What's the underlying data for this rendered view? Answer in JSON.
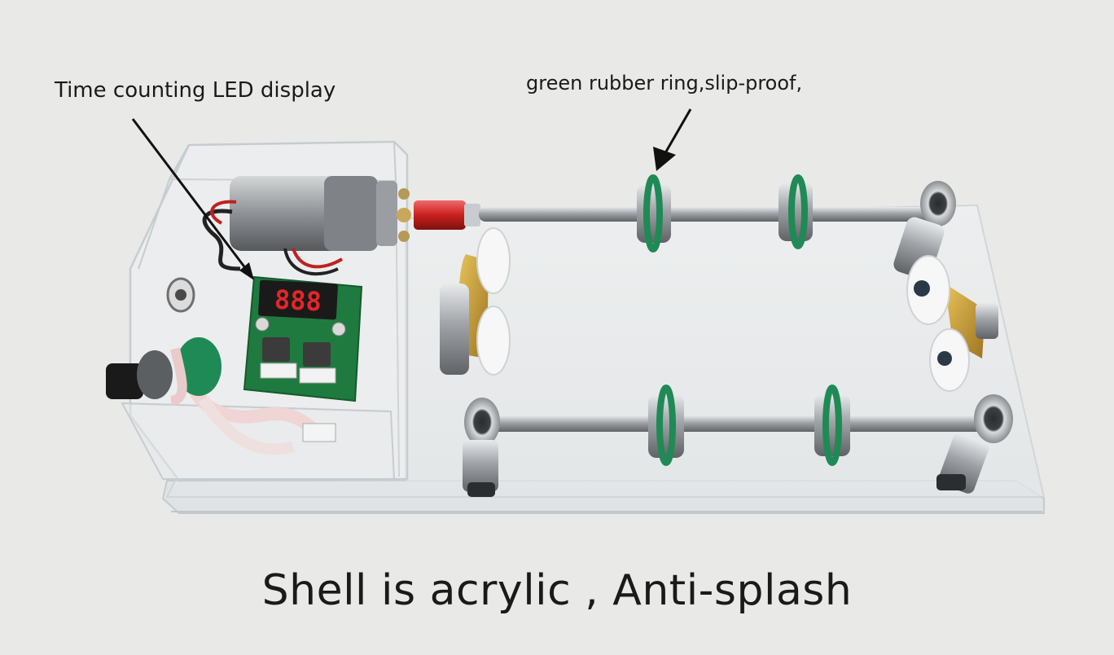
{
  "annotations": {
    "led_display_label": "Time counting LED display",
    "rubber_ring_label": "green rubber ring,slip-proof,"
  },
  "caption": "Shell is acrylic , Anti-splash",
  "device": {
    "led_digits": "888"
  },
  "colors": {
    "background": "#e9e9e8",
    "acrylic_edge": "#c9cfd3",
    "rubber_ring": "#1f8a55",
    "pcb": "#1f7a3f",
    "led_red": "#e52528",
    "coupler_red": "#c8201f",
    "steel": "#a9acaf",
    "roller_white": "#f7f7f7"
  },
  "icons": [
    "arrow-pointer-icon"
  ]
}
